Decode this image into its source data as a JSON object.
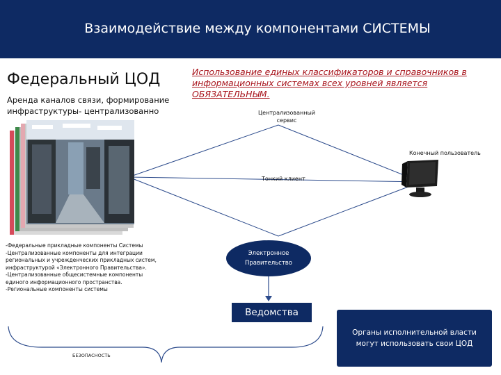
{
  "header": {
    "title": "Взаимодействие между компонентами  СИСТЕМЫ"
  },
  "federal": {
    "title": "Федеральный ЦОД",
    "subtitle_line1": "Аренда каналов связи, формирование",
    "subtitle_line2": "инфраструктуры- централизованно"
  },
  "notice": {
    "line1": "Использование единых классификаторов и справочников в",
    "line2": "информационных системах всех уровней является",
    "line3": "ОБЯЗАТЕЛЬНЫМ."
  },
  "labels": {
    "central_service_line1": "Централизованный",
    "central_service_line2": "сервис",
    "end_user": "Конечный пользователь",
    "thin_client": "Тонкий клиент"
  },
  "components": {
    "lines": [
      "-Федеральные прикладные компоненты Системы",
      "-Централизованные компоненты для интеграции",
      "региональных и учрежденческих прикладных систем,",
      "инфраструктурой «Электронного Правительства».",
      "-Централизованные общесистемные  компоненты",
      "единого информационного пространства.",
      "-Региональные  компоненты системы"
    ]
  },
  "egov": {
    "line1": "Электронное",
    "line2": "Правительство"
  },
  "vedomstva": {
    "label": "Ведомства"
  },
  "organs": {
    "line1": "Органы исполнительной власти",
    "line2": "могут использовать свои ЦОД"
  },
  "security": {
    "label": "БЕЗОПАСНОСТЬ"
  },
  "colors": {
    "navy": "#0e2a63",
    "red": "#a8141c"
  }
}
